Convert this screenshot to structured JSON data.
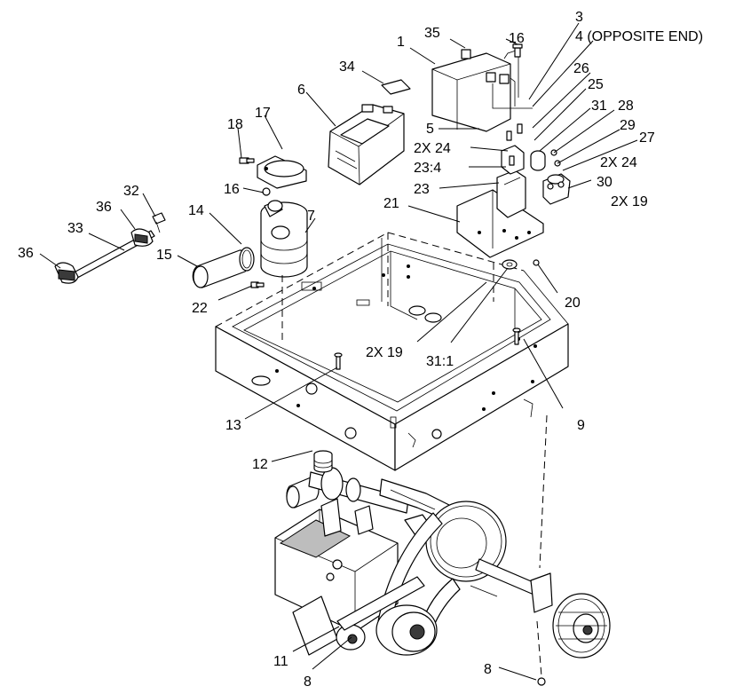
{
  "diagram": {
    "labels": {
      "l1": "1",
      "l35": "35",
      "l16a": "16",
      "l3": "3",
      "l4": "4 (OPPOSITE END)",
      "l34": "34",
      "l26": "26",
      "l6": "6",
      "l25": "25",
      "l17": "17",
      "l31": "31",
      "l28": "28",
      "l18": "18",
      "l5": "5",
      "l29": "29",
      "l2x24a": "2X 24",
      "l27": "27",
      "l23_4": "23:4",
      "l2x24b": "2X 24",
      "l16b": "16",
      "l23": "23",
      "l30": "30",
      "l32": "32",
      "l2x19a": "2X 19",
      "l36a": "36",
      "l14": "14",
      "l21": "21",
      "l7": "7",
      "l33": "33",
      "l36b": "36",
      "l15": "15",
      "l22": "22",
      "l20": "20",
      "l2x19b": "2X 19",
      "l31_1": "31:1",
      "l9": "9",
      "l13": "13",
      "l12": "12",
      "l11": "11",
      "l8a": "8",
      "l8b": "8"
    }
  }
}
